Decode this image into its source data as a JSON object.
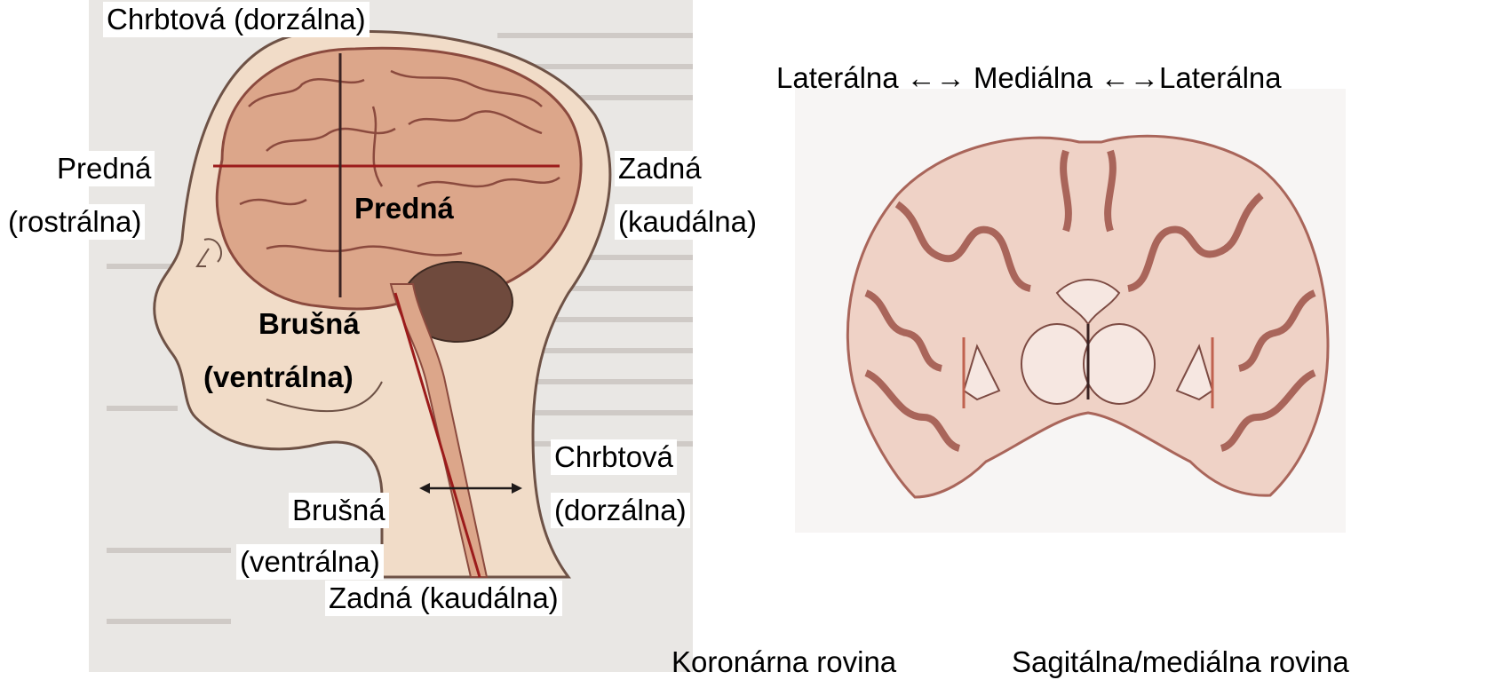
{
  "head_diagram": {
    "dorsal_top": "Chrbtová (dorzálna)",
    "anterior_1": "Predná",
    "anterior_2": "(rostrálna)",
    "posterior_1": "Zadná",
    "posterior_2": "(kaudálna)",
    "anterior_inner": "Predná",
    "ventral_1": "Brušná",
    "ventral_2": "(ventrálna)",
    "spinal_dorsal_1": "Chrbtová",
    "spinal_dorsal_2": "(dorzálna)",
    "spinal_ventral_1": "Brušná",
    "spinal_ventral_2": "(ventrálna)",
    "posterior_bottom": "Zadná (kaudálna)"
  },
  "coronal_section": {
    "lateral_medial": "Laterálna ←→ Mediálna ←→Laterálna"
  },
  "bottom_captions": {
    "coronal_plane": "Koronárna rovina",
    "sagittal_plane": "Sagitálna/mediálna rovina"
  },
  "colors": {
    "skin": "#f1dcc8",
    "brain": "#dca68a",
    "cortex_outline": "#8b4a3e",
    "axis_line_red": "#9c1b1b",
    "axis_line_dark": "#3a2323",
    "cerebellum": "#6f4a3d"
  }
}
